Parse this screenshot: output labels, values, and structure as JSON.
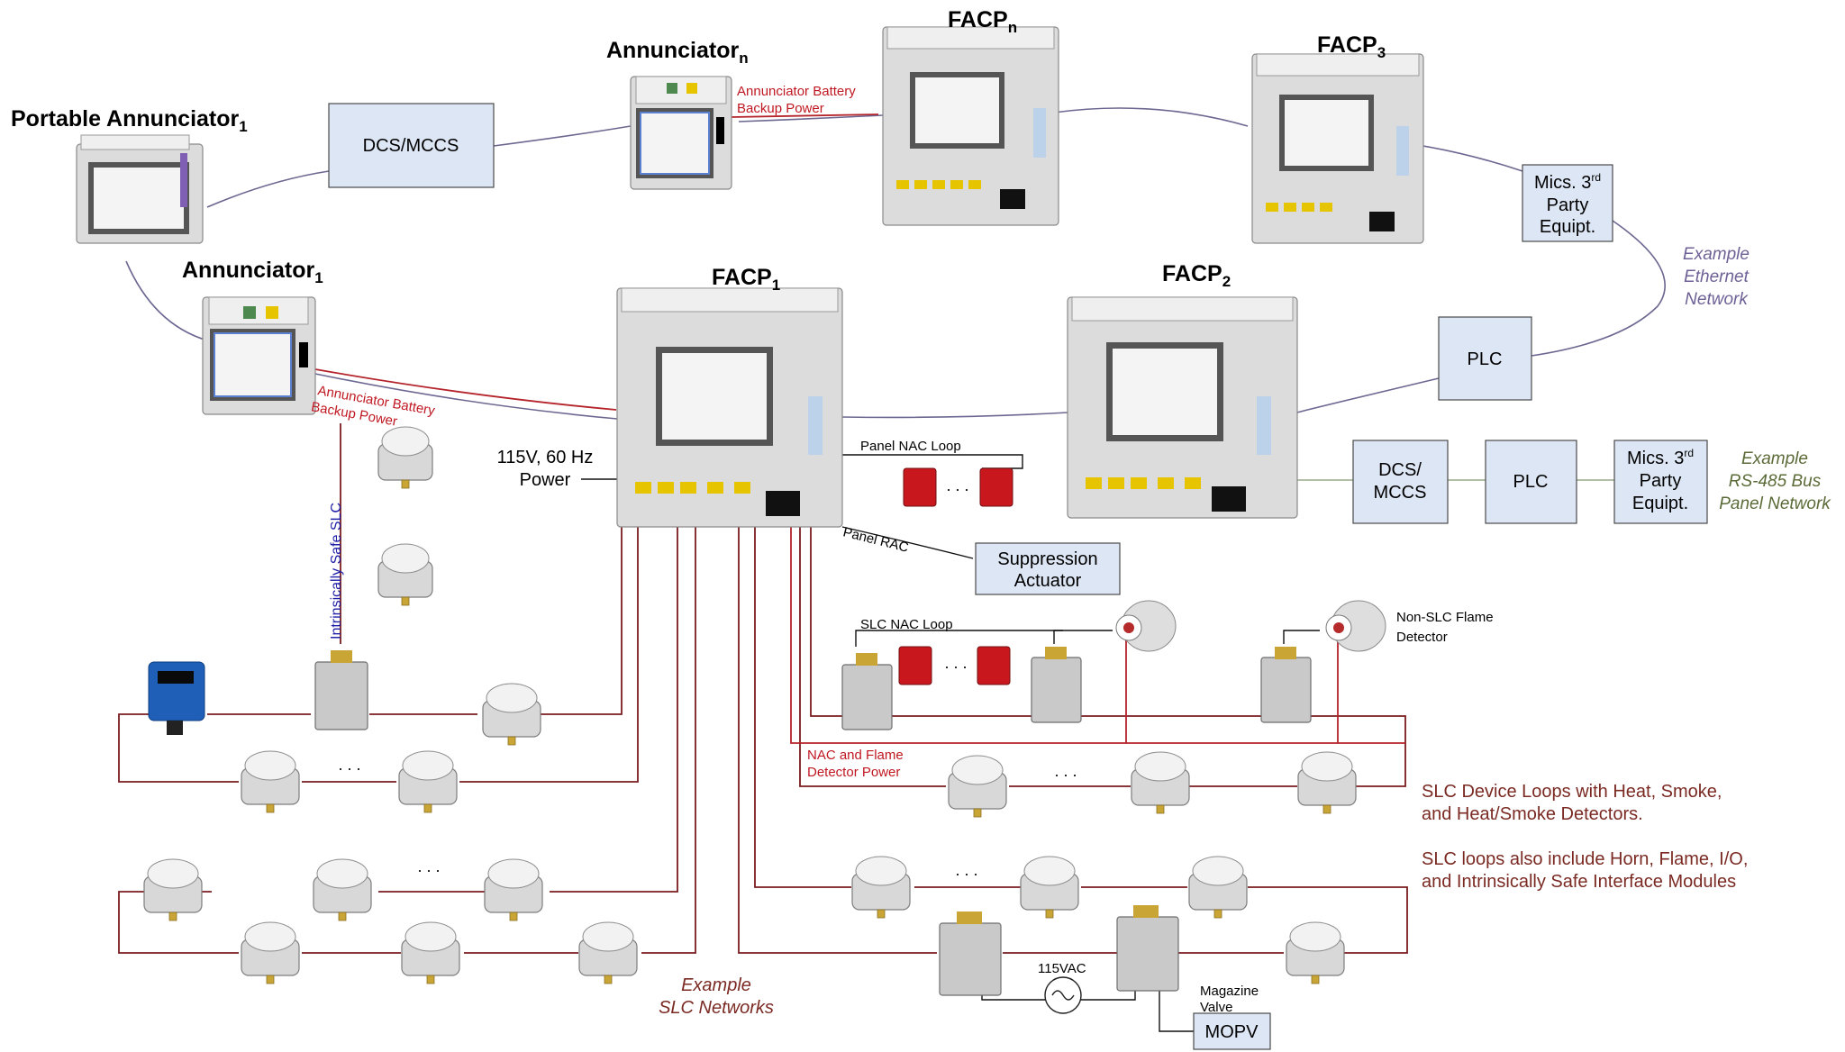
{
  "titles": {
    "portable_annunciator": "Portable Annunciator",
    "portable_annunciator_sub": "1",
    "annunciator_1": "Annunciator",
    "annunciator_1_sub": "1",
    "annunciator_n": "Annunciator",
    "annunciator_n_sub": "n",
    "facp_n": "FACP",
    "facp_n_sub": "n",
    "facp_3": "FACP",
    "facp_3_sub": "3",
    "facp_1": "FACP",
    "facp_1_sub": "1",
    "facp_2": "FACP",
    "facp_2_sub": "2"
  },
  "boxes": {
    "dcs_mccs_top": [
      "DCS/MCCS"
    ],
    "misc_3rd_party_top": [
      "Mics. 3",
      "rd",
      "Party",
      "Equipt."
    ],
    "plc_ethernet": [
      "PLC"
    ],
    "dcs_mccs_bus": [
      "DCS/",
      "MCCS"
    ],
    "plc_bus": [
      "PLC"
    ],
    "misc_3rd_party_bus": [
      "Mics. 3",
      "rd",
      "Party",
      "Equipt."
    ],
    "suppression_actuator": [
      "Suppression",
      "Actuator"
    ],
    "mopv": [
      "MOPV"
    ]
  },
  "labels": {
    "annunciator_battery_top": [
      "Annunciator Battery",
      "Backup Power"
    ],
    "annunciator_battery_left": [
      "Annunciator Battery",
      "Backup Power"
    ],
    "power": [
      "115V, 60 Hz",
      "Power"
    ],
    "panel_nac_loop": "Panel NAC Loop",
    "panel_rac": "Panel RAC",
    "intrinsically_safe_slc": "Intrinsically Safe SLC",
    "slc_nac_loop": "SLC NAC Loop",
    "non_slc_flame_detector": [
      "Non-SLC Flame",
      "Detector"
    ],
    "nac_flame_power": [
      "NAC and Flame",
      "Detector Power"
    ],
    "vac": "115VAC",
    "magazine_valve": [
      "Magazine",
      "Valve"
    ],
    "ellipsis": ". . ."
  },
  "network_labels": {
    "ethernet": [
      "Example",
      "Ethernet",
      "Network"
    ],
    "rs485": [
      "Example",
      "RS-485 Bus",
      "Panel Network"
    ],
    "slc_networks": [
      "Example",
      "SLC Networks"
    ]
  },
  "notes": {
    "slc_loops_1": [
      "SLC Device Loops with Heat, Smoke,",
      "and Heat/Smoke Detectors."
    ],
    "slc_loops_2": [
      "SLC loops also include Horn, Flame, I/O,",
      "and Intrinsically Safe Interface Modules"
    ]
  },
  "colors": {
    "ethernet_line": "#6b6791",
    "rs485_line": "#9aa88a",
    "slc_line": "#7a1c1f",
    "power_line": "#b5232a",
    "box_fill": "#dde6f4"
  }
}
